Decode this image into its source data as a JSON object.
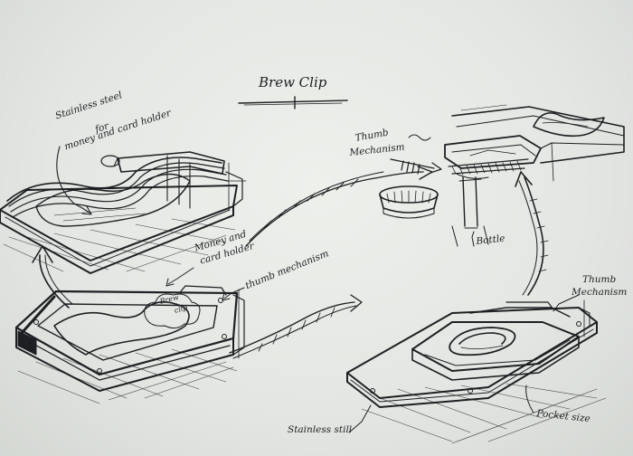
{
  "title": "Brew Clip",
  "labels": {
    "wallet_material": "Stainless steel",
    "wallet_for": "for",
    "wallet_holder": "money and card holder",
    "thumb_top_1": "Thumb",
    "thumb_top_2": "Mechanism",
    "money_1": "Money and",
    "money_2": "card holder",
    "thumb_mid": "thumb mechanism",
    "bottle": "Bottle",
    "thumb_right_1": "Thumb",
    "thumb_right_2": "Mechanism",
    "pocket": "Pocket size",
    "steel": "Stainless still",
    "engrave_1": "Brew",
    "engrave_2": "clip"
  },
  "colors": {
    "paper": "#e6e9e5",
    "ink": "#1e1f22"
  }
}
